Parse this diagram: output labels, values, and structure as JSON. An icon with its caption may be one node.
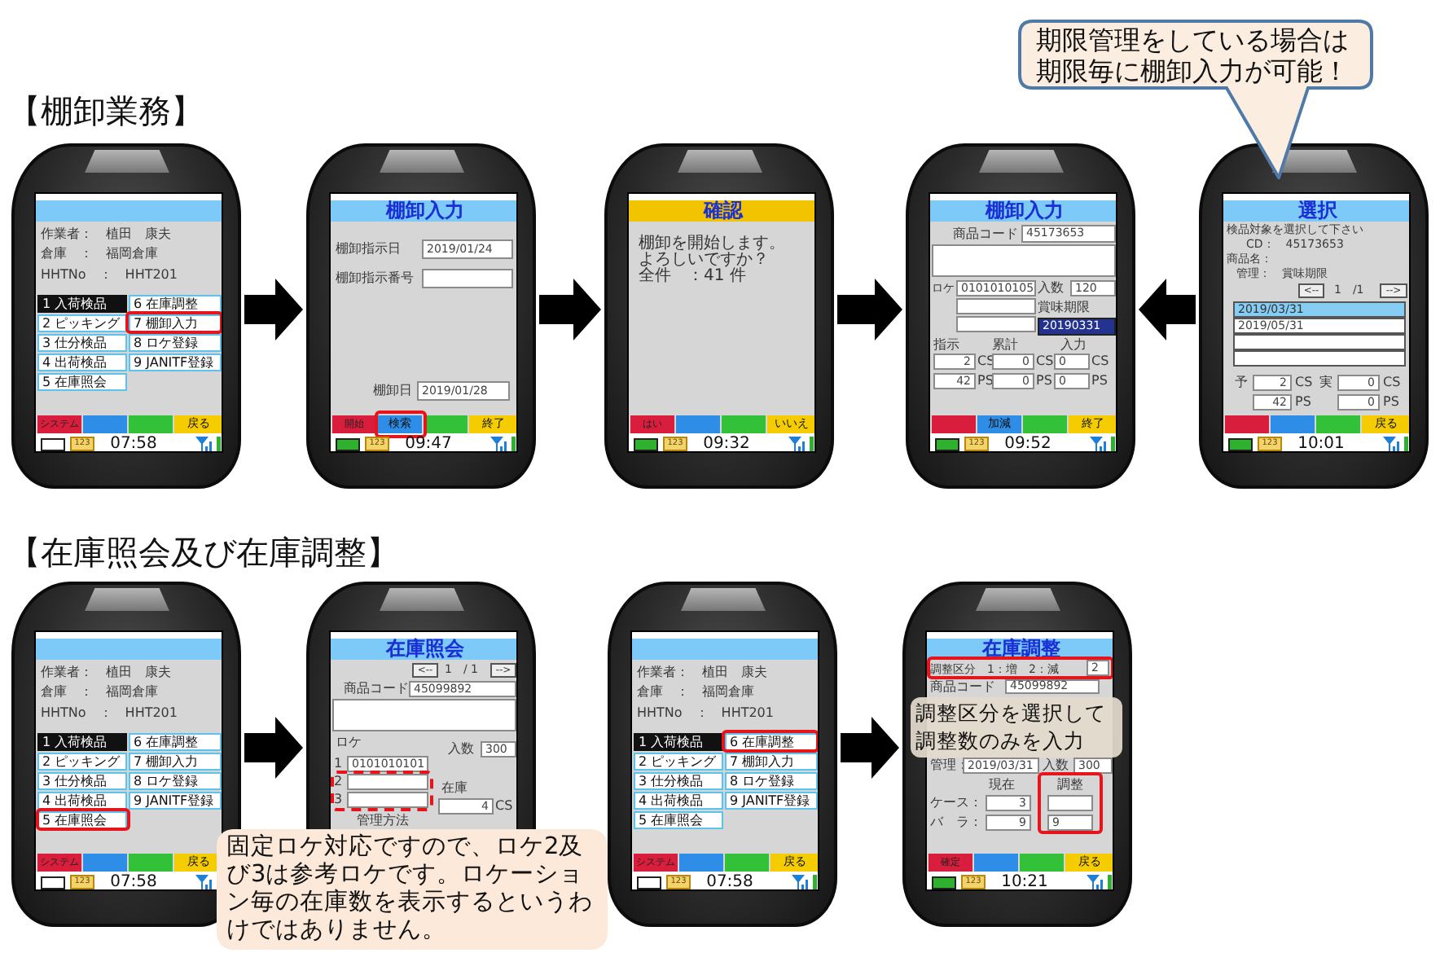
{
  "diagram": {
    "nodes": [
      {
        "text": [
          "作業者：　植田　康夫",
          "倉庫　：　福岡倉庫",
          "HHTNo　：　HHT201",
          "1 入荷検品",
          "6 在庫調整",
          "2 ピッキング",
          "7 棚卸入力",
          "3 仕分検品",
          "8 ロケ登録",
          "4 出荷検品",
          "9 JANITF登録",
          "5 在庫照会",
          "システム",
          "戻る",
          "123",
          "07:58"
        ]
      },
      {
        "text": [
          "棚卸入力",
          "棚卸指示日",
          "2019/01/24",
          "棚卸指示番号",
          "棚卸日",
          "2019/01/28",
          "開始",
          "検索",
          "終了",
          "123",
          "09:47"
        ]
      },
      {
        "text": [
          "確認",
          "棚卸を開始します。",
          "よろしいですか？",
          "全件　：41 件",
          "はい",
          "いいえ",
          "123",
          "09:32"
        ]
      },
      {
        "text": [
          "棚卸入力",
          "商品コード",
          "45173653",
          "ロケ",
          "0101010105",
          "入数",
          "120",
          "賞味期限",
          "20190331",
          "指示",
          "累計",
          "入力",
          "2",
          "CS",
          "0",
          "CS",
          "0",
          "CS",
          "42",
          "PS",
          "0",
          "PS",
          "0",
          "PS",
          "加減",
          "終了",
          "123",
          "09:52"
        ]
      },
      {
        "text": [
          "選択",
          "検品対象を選択して下さい",
          "CD：　45173653",
          "商品名：",
          "管理：　賞味期限",
          "<--",
          "1　/1",
          "-->",
          "2019/03/31",
          "2019/05/31",
          "予",
          "2",
          "CS",
          "実",
          "0",
          "CS",
          "42",
          "PS",
          "0",
          "PS",
          "戻る",
          "123",
          "10:01"
        ]
      },
      {
        "text": [
          "期限管理をしている場合は期限毎に棚卸入力が可能！"
        ]
      },
      {
        "text": [
          "作業者：　植田　康夫",
          "倉庫　：　福岡倉庫",
          "HHTNo　：　HHT201",
          "1 入荷検品",
          "6 在庫調整",
          "2 ピッキング",
          "7 棚卸入力",
          "3 仕分検品",
          "8 ロケ登録",
          "4 出荷検品",
          "9 JANITF登録",
          "5 在庫照会",
          "システム",
          "戻る",
          "123",
          "07:58"
        ]
      },
      {
        "text": [
          "在庫照会",
          "<--",
          "1　/ 1",
          "-->",
          "商品コード",
          "45099892",
          "ロケ",
          "入数",
          "300",
          "1",
          "0101010101",
          "2",
          "3",
          "在庫",
          "4",
          "CS",
          "管理方法"
        ]
      },
      {
        "text": [
          "作業者：　植田　康夫",
          "倉庫　：　福岡倉庫",
          "HHTNo　：　HHT201",
          "1 入荷検品",
          "6 在庫調整",
          "2 ピッキング",
          "7 棚卸入力",
          "3 仕分検品",
          "8 ロケ登録",
          "4 出荷検品",
          "9 JANITF登録",
          "5 在庫照会",
          "システム",
          "戻る",
          "123",
          "07:58"
        ]
      },
      {
        "text": [
          "在庫調整",
          "調整区分　1：増　2：減",
          "2",
          "商品コード",
          "45099892",
          "管理：",
          "2019/03/31",
          "入数",
          "300",
          "現在",
          "調整",
          "ケース：",
          "3",
          "バ　ラ：",
          "9",
          "9",
          "確定",
          "戻る",
          "123",
          "10:21"
        ]
      },
      {
        "text": [
          "固定ロケ対応ですので、ロケ2及び3は参考ロケです。ロケーション毎の在庫数を表示するというわけではありません。"
        ]
      },
      {
        "text": [
          "調整区分を選択して調整数のみを入力"
        ],
        "in": 9
      }
    ],
    "edges": [
      {
        "from": 0,
        "to": 1,
        "arrow": "to"
      },
      {
        "from": 1,
        "to": 2,
        "arrow": "to"
      },
      {
        "from": 2,
        "to": 3,
        "arrow": "to"
      },
      {
        "from": 4,
        "to": 3,
        "arrow": "to"
      },
      {
        "from": 6,
        "to": 7,
        "arrow": "to"
      },
      {
        "from": 8,
        "to": 9,
        "arrow": "to"
      }
    ],
    "labels": [
      "【棚卸業務】",
      "【在庫照会及び在庫調整】"
    ]
  }
}
